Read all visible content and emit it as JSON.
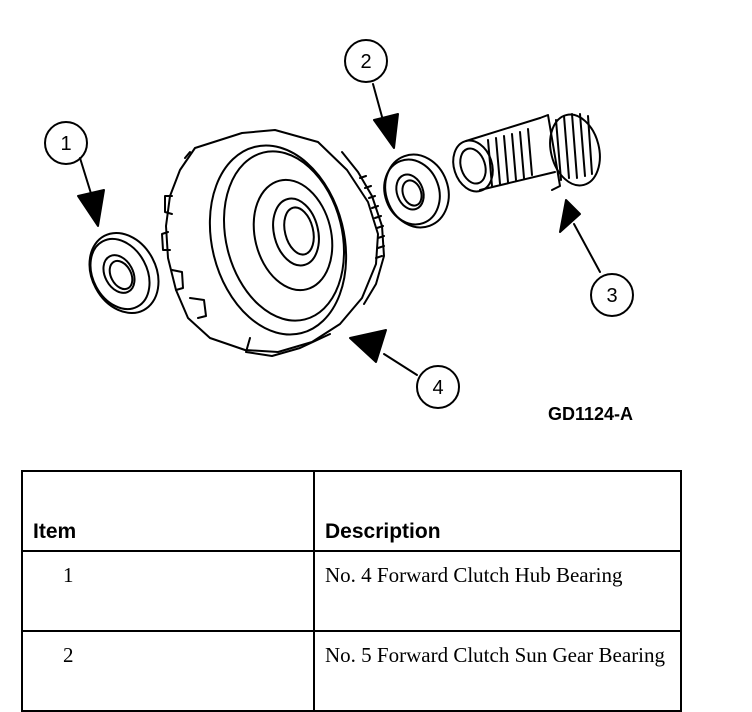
{
  "figure": {
    "callouts": [
      "1",
      "2",
      "3",
      "4"
    ],
    "code": "GD1124-A"
  },
  "legend": {
    "headers": {
      "item": "Item",
      "description": "Description"
    },
    "rows": [
      {
        "item": "1",
        "description": "No. 4 Forward Clutch Hub Bearing"
      },
      {
        "item": "2",
        "description": "No. 5 Forward Clutch Sun Gear Bearing"
      }
    ]
  }
}
